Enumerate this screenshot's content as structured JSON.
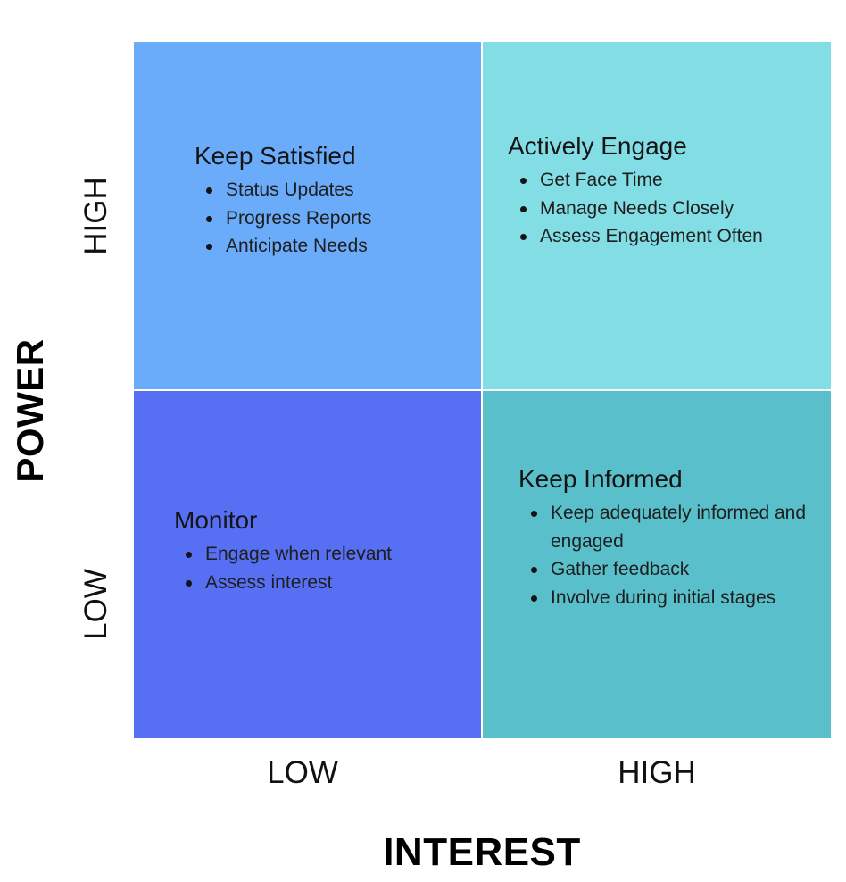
{
  "colors": {
    "keep_satisfied": "#6aabfa",
    "actively_engage": "#82dde4",
    "monitor": "#566ff3",
    "keep_informed": "#59bfca"
  },
  "axes": {
    "y_title": "POWER",
    "y_high": "HIGH",
    "y_low": "LOW",
    "x_title": "INTEREST",
    "x_low": "LOW",
    "x_high": "HIGH"
  },
  "quadrants": {
    "keep_satisfied": {
      "title": "Keep Satisfied",
      "items": [
        "Status Updates",
        "Progress Reports",
        "Anticipate Needs"
      ]
    },
    "actively_engage": {
      "title": "Actively Engage",
      "items": [
        "Get Face Time",
        "Manage Needs Closely",
        "Assess Engagement Often"
      ]
    },
    "monitor": {
      "title": "Monitor",
      "items": [
        "Engage when relevant",
        "Assess interest"
      ]
    },
    "keep_informed": {
      "title": "Keep Informed",
      "items": [
        "Keep adequately informed and engaged",
        "Gather feedback",
        "Involve during initial stages"
      ]
    }
  }
}
